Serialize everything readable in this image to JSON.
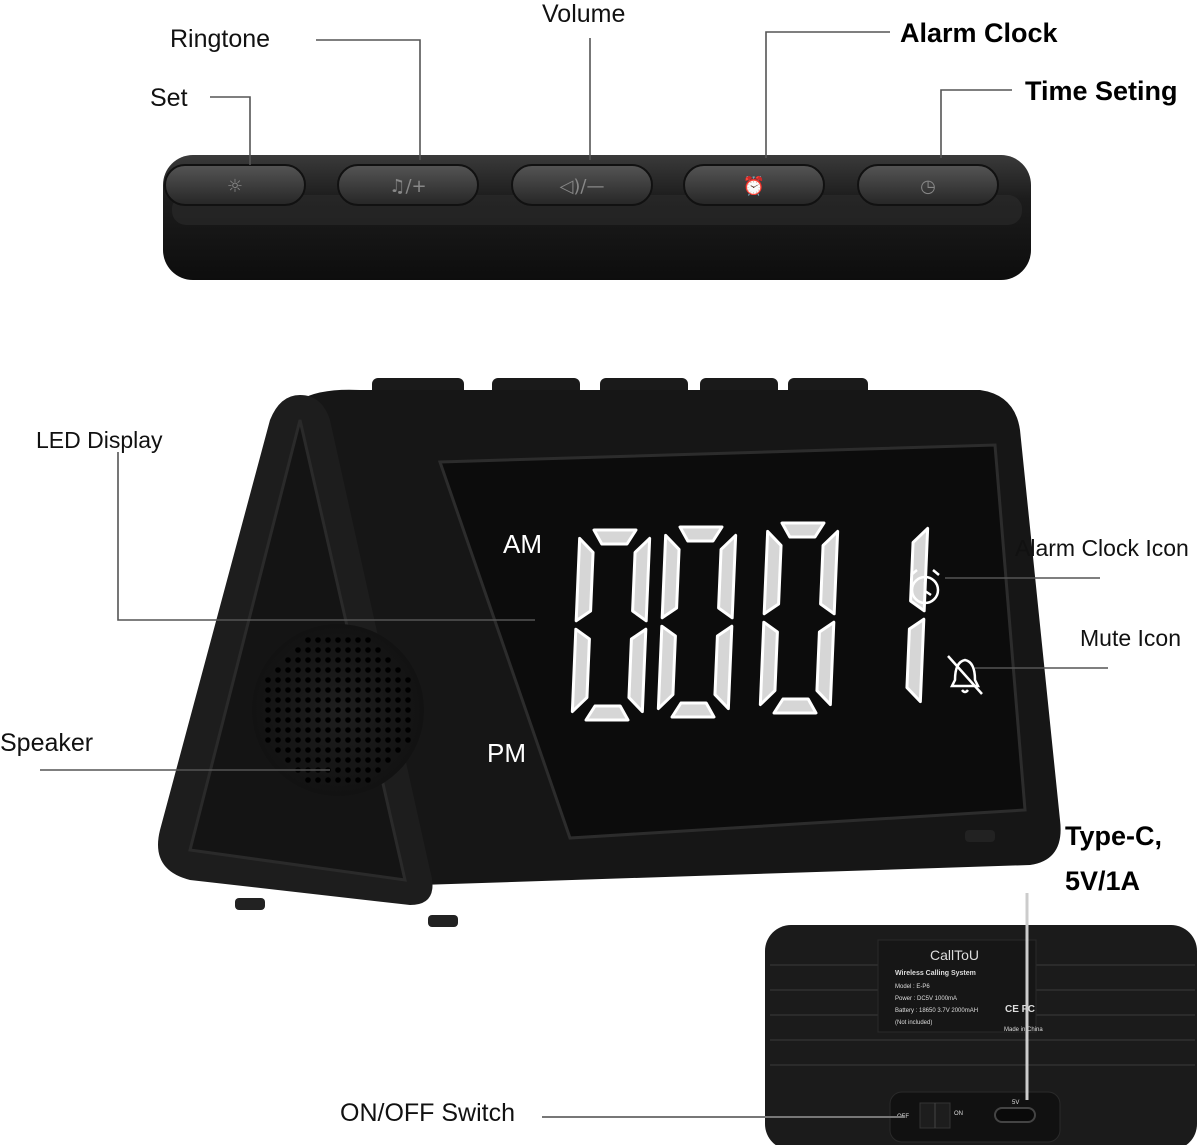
{
  "callouts": {
    "set": "Set",
    "ringtone": "Ringtone",
    "volume": "Volume",
    "alarm_clock": "Alarm Clock",
    "time_setting": "Time Seting",
    "led_display": "LED Display",
    "speaker": "Speaker",
    "alarm_clock_icon": "Alarm Clock Icon",
    "mute_icon": "Mute Icon",
    "type_c_line1": "Type-C,",
    "type_c_line2": "5V/1A",
    "on_off_switch": "ON/OFF Switch"
  },
  "buttons": [
    {
      "icon": "gear-icon",
      "text": "☼"
    },
    {
      "icon": "music-note-plus-icon",
      "text": "♫/+"
    },
    {
      "icon": "speaker-minus-icon",
      "text": "◁)/—"
    },
    {
      "icon": "alarm-clock-icon",
      "text": "⏰"
    },
    {
      "icon": "clock-icon",
      "text": "◷"
    }
  ],
  "display": {
    "am": "AM",
    "pm": "PM",
    "digits": "0001",
    "alarm_icon": "alarm-clock-icon",
    "mute_icon": "bell-mute-icon"
  },
  "back_label": {
    "brand": "CallToU",
    "title": "Wireless Calling System",
    "model": "Model : E-P6",
    "power": "Power : DC5V  1000mA",
    "battery": "Battery : 18650  3.7V  2000mAH",
    "battery_note": "(Not included)",
    "marks": "CE FC",
    "made_in": "Made in China",
    "switch_off": "OFF",
    "switch_on": "ON",
    "port_label": "5V"
  },
  "colors": {
    "body": "#141414",
    "display_segment": "#e6e6e6"
  }
}
